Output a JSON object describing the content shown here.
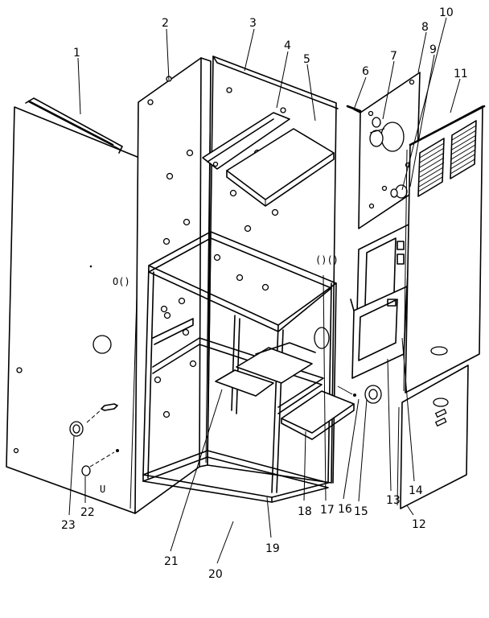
{
  "diagram": {
    "kind": "exploded-parts-view",
    "callouts": [
      "1",
      "2",
      "3",
      "4",
      "5",
      "6",
      "7",
      "8",
      "9",
      "10",
      "11",
      "12",
      "13",
      "14",
      "15",
      "16",
      "17",
      "18",
      "19",
      "20",
      "21",
      "22",
      "23"
    ],
    "panel_marks": {
      "left_panel": "O()",
      "frame_right": "()()",
      "left_panel_bottom": "U"
    }
  }
}
